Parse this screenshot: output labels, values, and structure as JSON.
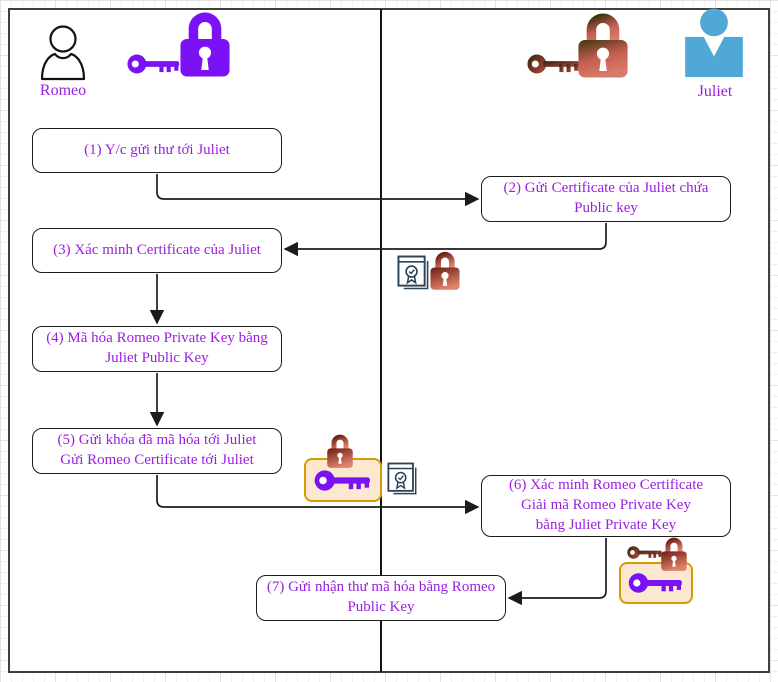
{
  "diagram": {
    "title": "Romeo-Juliet certificate / key exchange flow",
    "actors": [
      {
        "name": "Romeo",
        "icon": "person-outline-icon"
      },
      {
        "name": "Juliet",
        "icon": "person-solid-icon"
      }
    ],
    "boxes": [
      {
        "id": 1,
        "label": "(1) Y/c gửi thư tới Juliet"
      },
      {
        "id": 2,
        "label": [
          "(2) Gửi Certificate của Juliet chứa",
          "Public key"
        ]
      },
      {
        "id": 3,
        "label": "(3) Xác minh Certificate của Juliet"
      },
      {
        "id": 4,
        "label": [
          "(4) Mã hóa Romeo Private Key bằng",
          "Juliet Public Key"
        ]
      },
      {
        "id": 5,
        "label": [
          "(5) Gửi khóa đã mã hóa tới Juliet",
          "Gửi Romeo Certificate tới Juliet"
        ]
      },
      {
        "id": 6,
        "label": [
          "(6) Xác minh Romeo Certificate",
          "Giải mã Romeo Private Key",
          "bằng Juliet Private Key"
        ]
      },
      {
        "id": 7,
        "label": [
          "(7) Gửi nhận thư mã hóa bằng Romeo",
          "Public Key"
        ]
      }
    ],
    "icons": {
      "purple-key-icon": "key (Romeo private key)",
      "purple-padlock-icon": "padlock (Romeo lock)",
      "red-key-icon": "key (Juliet private key)",
      "red-padlock-icon": "padlock (Juliet lock / encryption)",
      "certificate-icon": "certificate document with seal",
      "person-outline-icon": "Romeo actor",
      "person-solid-icon": "Juliet actor",
      "encrypted-key-box-icon": "purple key inside orange container with red padlock"
    }
  },
  "colors": {
    "accent_purple": "#7a12f5",
    "text_purple": "#9a1fe0",
    "lock_red_dark": "#7a2017",
    "lock_red_light": "#e08a70",
    "actor_blue": "#4fa8d5",
    "container_border_orange": "#d79b00",
    "container_fill_peach": "#fce8d0",
    "line_black": "#1c1c1c"
  }
}
